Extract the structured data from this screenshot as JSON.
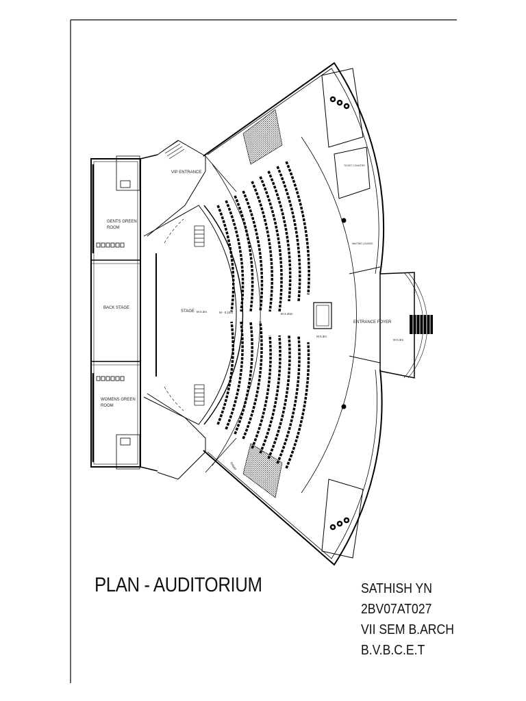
{
  "drawing": {
    "title": "PLAN - AUDITORIUM",
    "author": {
      "name": "SATHISH YN",
      "id": "2BV07AT027",
      "semester": "VII SEM B.ARCH",
      "college": "B.V.B.C.E.T"
    }
  },
  "rooms": {
    "vip_entrance": "VIP ENTRANCE",
    "gents_green_room_1": "GENTS GREEN",
    "gents_green_room_2": "ROOM",
    "back_stage": "BACK STAGE",
    "stage": "STAGE",
    "womens_green_room_1": "WOMENS GREEN",
    "womens_green_room_2": "ROOM",
    "entrance_foyer": "ENTRANCE FOYER",
    "ticket_counter": "TICKET COUNTER",
    "waiting_lounge": "WAITING LOUNGE"
  },
  "levels": {
    "stage": "M 0.3m",
    "orchestra": "M - 0.15m",
    "upper": "M 3.45m",
    "control": "M 0.3m",
    "foyer": "M 0.3m",
    "ramp": "RAMP"
  }
}
